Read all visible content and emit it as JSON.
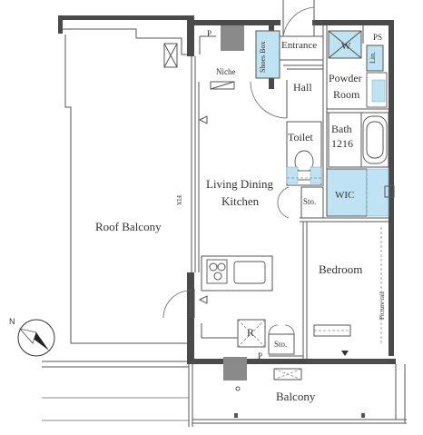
{
  "rooms": {
    "roof_balcony": "Roof Balcony",
    "living_dining": "Living Dining",
    "kitchen": "Kitchen",
    "entrance": "Entrance",
    "hall": "Hall",
    "powder_room_1": "Powder",
    "powder_room_2": "Room",
    "bath_1": "Bath",
    "bath_2": "1216",
    "toilet": "Toilet",
    "wic": "WIC",
    "bedroom": "Bedroom",
    "balcony": "Balcony"
  },
  "small_labels": {
    "niche": "Niche",
    "shoes_box": "Shoes Box",
    "storage_center": "Sto.",
    "storage_bottom": "Sto.",
    "p_top": "P",
    "p_bottom": "P",
    "ps": "PS",
    "washer": "W",
    "linen": "Lin.",
    "fix": "FIX",
    "refrigerator": "R",
    "picture_rail": "Picture rail"
  },
  "compass": {
    "label": "N"
  }
}
